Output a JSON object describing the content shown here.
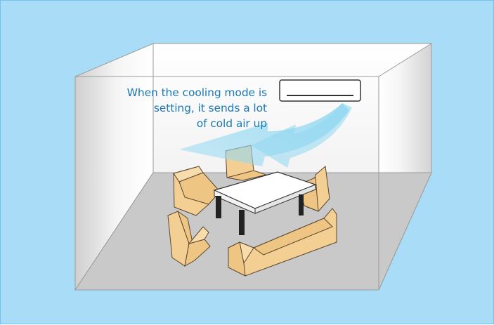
{
  "caption": {
    "line1": "When the cooling mode is",
    "line2": "setting, it sends a lot",
    "line3": "of cold air up"
  },
  "colors": {
    "background": "#a9ddf7",
    "floor": "#c9c9c9",
    "wall": "#ffffff",
    "furniture": "#f3cf94",
    "airflow": "#7fd2f0",
    "caption": "#1b78b4"
  },
  "icons": {
    "air_conditioner": "wall-mounted-ac-icon",
    "table": "table-icon",
    "sofa": "sofa-icon",
    "armchair": "armchair-icon"
  }
}
